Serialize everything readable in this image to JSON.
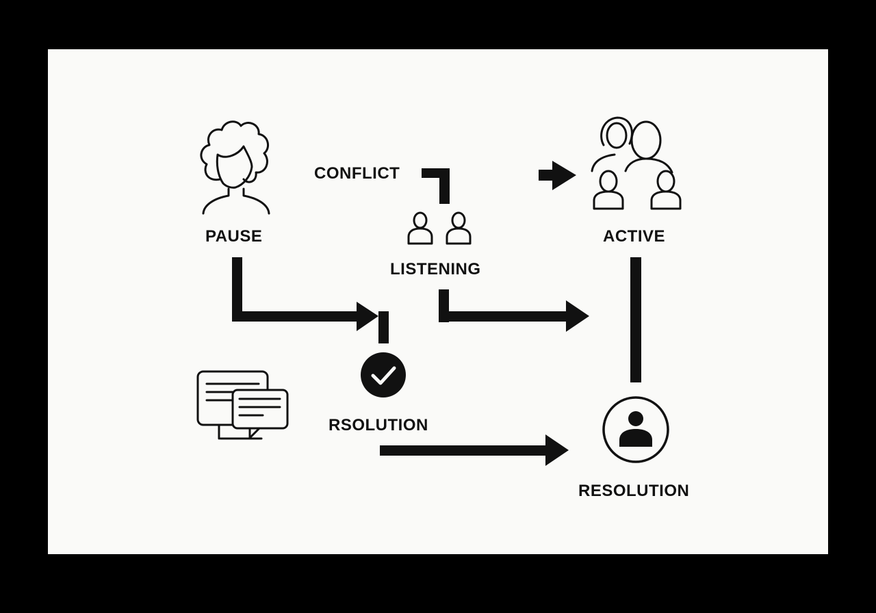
{
  "diagram": {
    "labels": {
      "pause": "PAUSE",
      "conflict": "CONFLICT",
      "listening": "LISTENING",
      "active": "ACTIVE",
      "rsolution": "RSOLUTION",
      "resolution": "RESOLUTION"
    },
    "icons": {
      "pause": "curly-haired-person-icon",
      "listening": "two-people-icon",
      "active": "family-group-icon",
      "check": "check-circle-icon",
      "documents": "document-screens-icon",
      "resolution": "person-circle-icon"
    },
    "colors": {
      "frame": "#000000",
      "canvas": "#fafaf8",
      "ink": "#111111"
    }
  }
}
